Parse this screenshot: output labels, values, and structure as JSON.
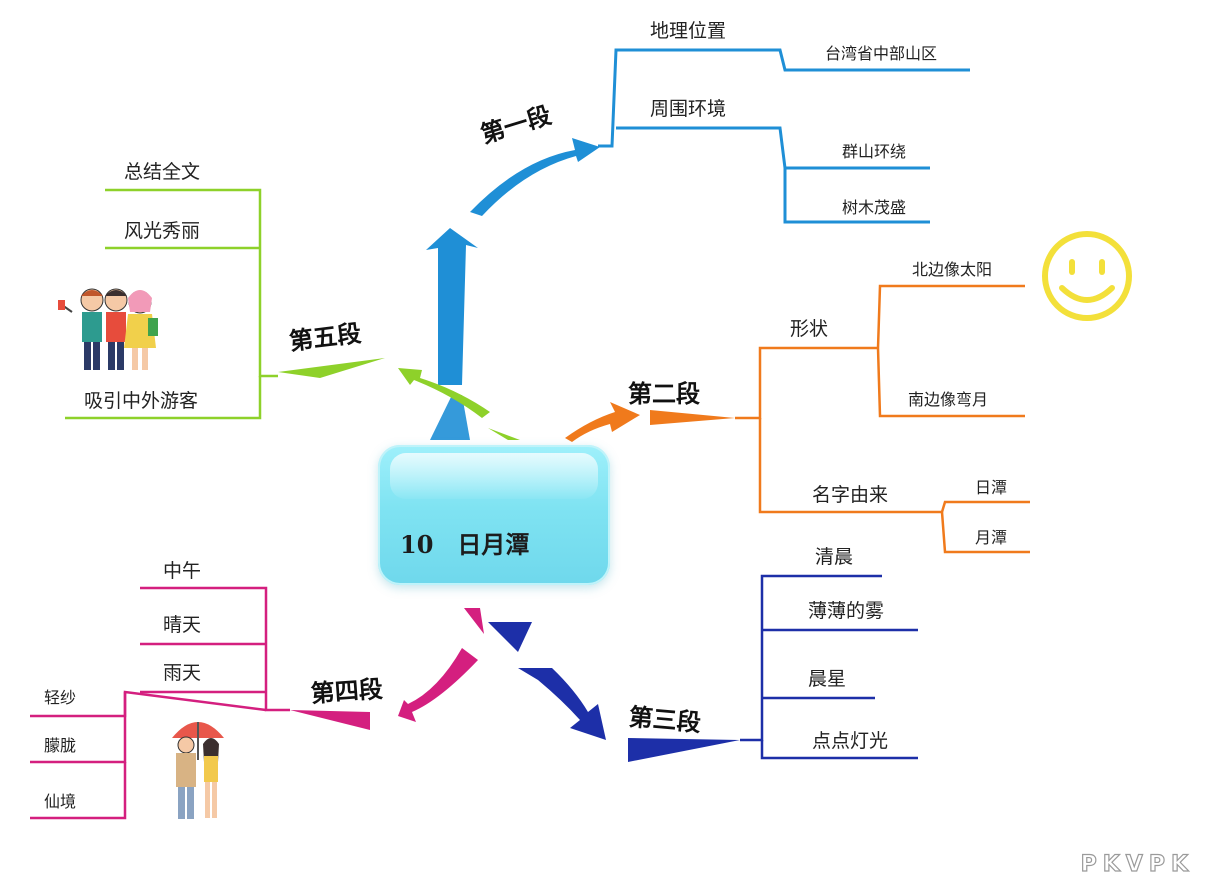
{
  "central": {
    "title": "10　日月潭"
  },
  "branches": {
    "b1": {
      "label": "第一段",
      "color": "#1f8fd6",
      "children": [
        {
          "label": "地理位置",
          "sub": [
            "台湾省中部山区"
          ]
        },
        {
          "label": "周围环境",
          "sub": [
            "群山环绕",
            "树木茂盛"
          ]
        }
      ]
    },
    "b2": {
      "label": "第二段",
      "color": "#f07a1c",
      "children": [
        {
          "label": "形状",
          "sub": [
            "北边像太阳",
            "南边像弯月"
          ]
        },
        {
          "label": "名字由来",
          "sub": [
            "日潭",
            "月潭"
          ]
        }
      ]
    },
    "b3": {
      "label": "第三段",
      "color": "#1d2fa8",
      "children": [
        "清晨",
        "薄薄的雾",
        "晨星",
        "点点灯光"
      ]
    },
    "b4": {
      "label": "第四段",
      "color": "#d41f7f",
      "children": [
        {
          "label": "中午"
        },
        {
          "label": "晴天"
        },
        {
          "label": "雨天",
          "sub": [
            "轻纱",
            "朦胧",
            "仙境"
          ]
        }
      ]
    },
    "b5": {
      "label": "第五段",
      "color": "#8ed12a",
      "children": [
        "总结全文",
        "风光秀丽",
        "吸引中外游客"
      ]
    }
  },
  "decorations": [
    "sun-face-icon",
    "tourists-icon",
    "couple-umbrella-icon"
  ],
  "watermark": "PKVPK"
}
